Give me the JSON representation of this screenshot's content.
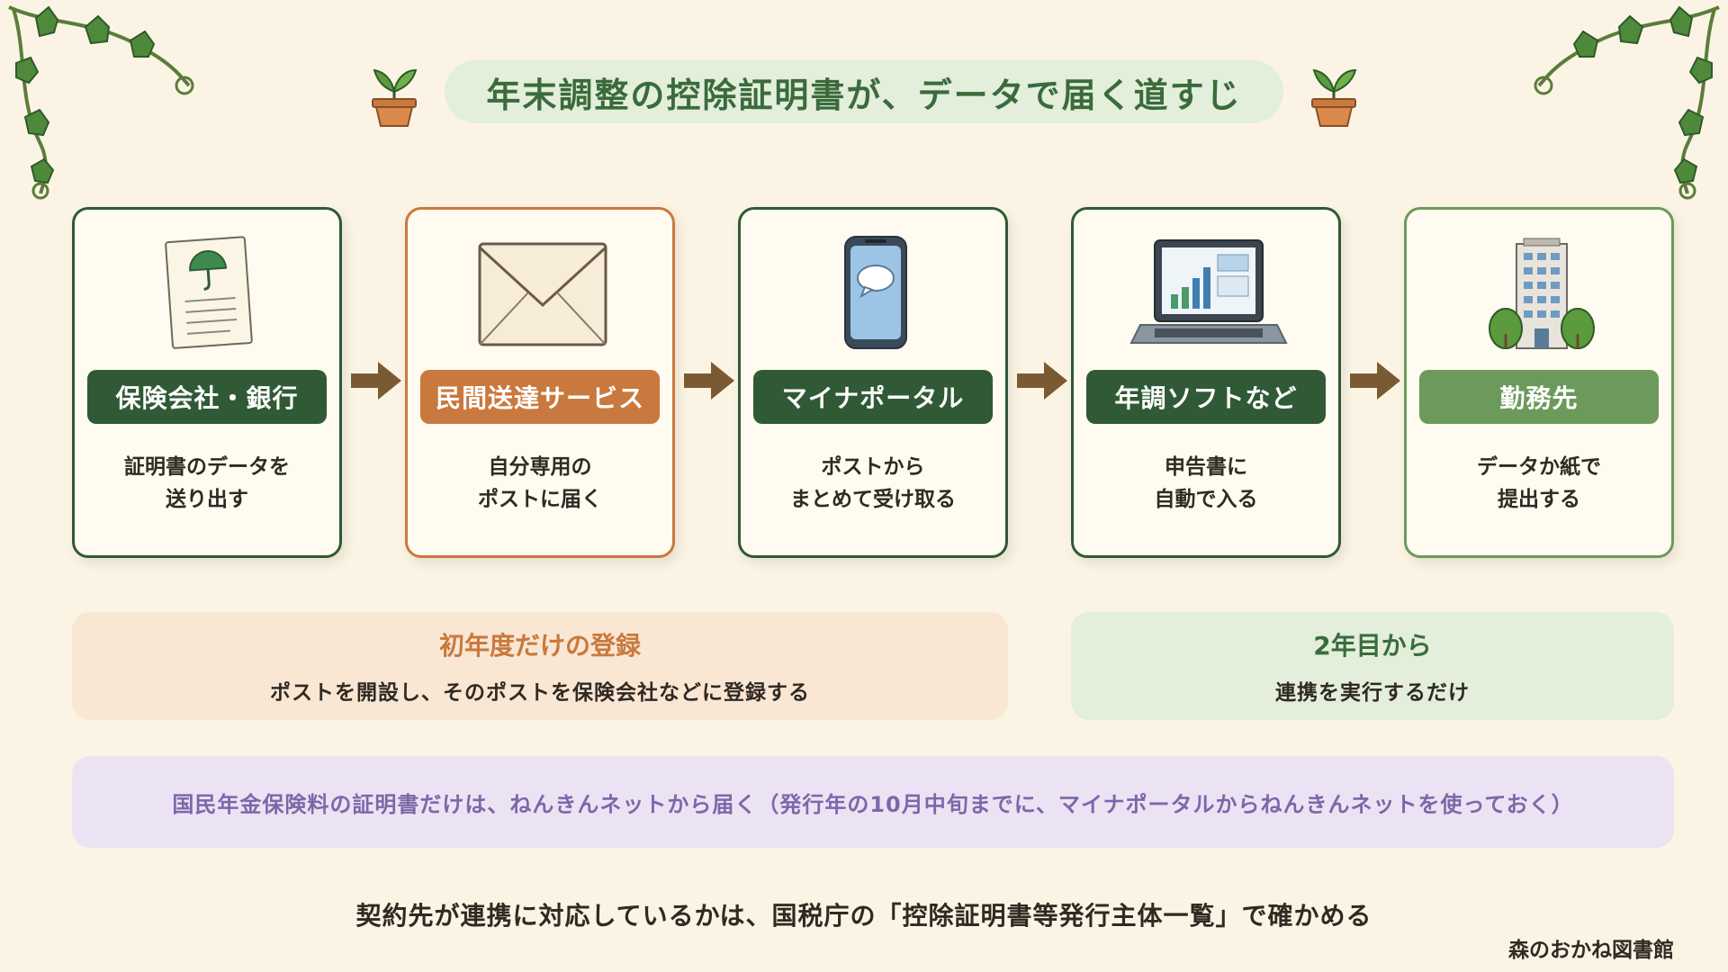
{
  "header": {
    "title": "年末調整の控除証明書が、データで届く道すじ",
    "left_icon": "potted-sprout-icon",
    "right_icon": "potted-sprout-icon"
  },
  "steps": [
    {
      "label": "保険会社・銀行",
      "desc_line1": "証明書のデータを",
      "desc_line2": "送り出す",
      "icon": "certificate-document-icon",
      "accent": "#2f5a35"
    },
    {
      "label": "民間送達サービス",
      "desc_line1": "自分専用の",
      "desc_line2": "ポストに届く",
      "icon": "envelope-icon",
      "accent": "#c9793d"
    },
    {
      "label": "マイナポータル",
      "desc_line1": "ポストから",
      "desc_line2": "まとめて受け取る",
      "icon": "smartphone-icon",
      "accent": "#2f5a35"
    },
    {
      "label": "年調ソフトなど",
      "desc_line1": "申告書に",
      "desc_line2": "自動で入る",
      "icon": "laptop-chart-icon",
      "accent": "#2f5a35"
    },
    {
      "label": "勤務先",
      "desc_line1": "データか紙で",
      "desc_line2": "提出する",
      "icon": "office-building-icon",
      "accent": "#6c9a5b"
    }
  ],
  "first_year": {
    "title": "初年度だけの登録",
    "desc": "ポストを開設し、そのポストを保険会社などに登録する"
  },
  "second_year": {
    "title": "2年目から",
    "desc": "連携を実行するだけ"
  },
  "note": {
    "text": "国民年金保険料の証明書だけは、ねんきんネットから届く（発行年の10月中旬までに、マイナポータルからねんきんネットを使っておく）"
  },
  "footer": {
    "text": "契約先が連携に対応しているかは、国税庁の「控除証明書等発行主体一覧」で確かめる",
    "credit": "森のおかね図書館"
  },
  "colors": {
    "background": "#fbf4e4",
    "dark_green": "#2f5a35",
    "orange": "#c9793d",
    "light_green": "#6c9a5b",
    "purple_text": "#7d67a8"
  }
}
